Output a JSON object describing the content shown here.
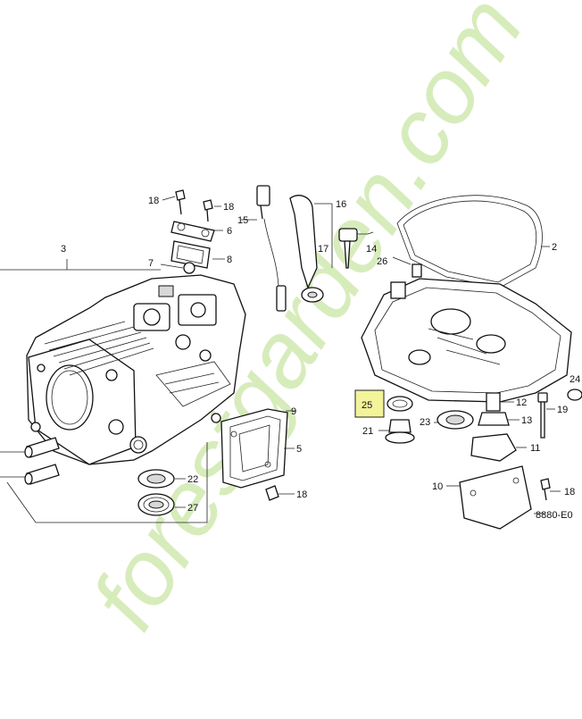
{
  "diagram": {
    "drawing_code": "8880-E0",
    "watermark": "forestgarden.com",
    "colors": {
      "highlight_fill": "#f3f39a",
      "watermark_green": "#c9e6a4",
      "watermark_orange": "#f5c38a",
      "watermark_gray": "#cfc9c0",
      "line": "#111111"
    },
    "callouts": [
      {
        "id": "c18a",
        "label": "18"
      },
      {
        "id": "c18b",
        "label": "18"
      },
      {
        "id": "c6",
        "label": "6"
      },
      {
        "id": "c8",
        "label": "8"
      },
      {
        "id": "c7",
        "label": "7"
      },
      {
        "id": "c3",
        "label": "3"
      },
      {
        "id": "c15",
        "label": "15"
      },
      {
        "id": "c16",
        "label": "16"
      },
      {
        "id": "c17",
        "label": "17"
      },
      {
        "id": "c14",
        "label": "14"
      },
      {
        "id": "c26",
        "label": "26"
      },
      {
        "id": "c2",
        "label": "2"
      },
      {
        "id": "c9",
        "label": "9"
      },
      {
        "id": "c5",
        "label": "5"
      },
      {
        "id": "c18c",
        "label": "18"
      },
      {
        "id": "c22",
        "label": "22"
      },
      {
        "id": "c27",
        "label": "27"
      },
      {
        "id": "c25",
        "label": "25",
        "highlighted": true
      },
      {
        "id": "c12",
        "label": "12"
      },
      {
        "id": "c13",
        "label": "13"
      },
      {
        "id": "c19",
        "label": "19"
      },
      {
        "id": "c23",
        "label": "23"
      },
      {
        "id": "c21",
        "label": "21"
      },
      {
        "id": "c11",
        "label": "11"
      },
      {
        "id": "c10",
        "label": "10"
      },
      {
        "id": "c18d",
        "label": "18"
      },
      {
        "id": "c24",
        "label": "24"
      }
    ]
  }
}
